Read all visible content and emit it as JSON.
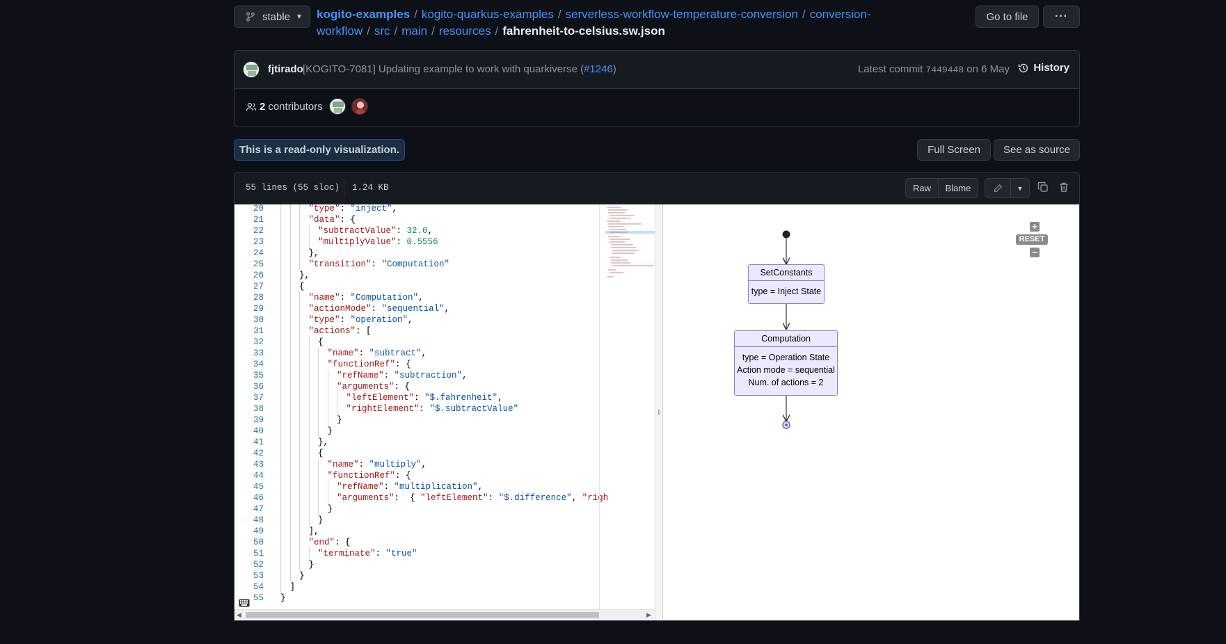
{
  "branch": {
    "name": "stable"
  },
  "breadcrumb": {
    "repo": "kogito-examples",
    "path": [
      "kogito-quarkus-examples",
      "serverless-workflow-temperature-conversion",
      "conversion-workflow",
      "src",
      "main",
      "resources"
    ],
    "file": "fahrenheit-to-celsius.sw.json"
  },
  "header_actions": {
    "go_to_file": "Go to file",
    "more": "···"
  },
  "commit": {
    "author": "fjtirado",
    "message": "[KOGITO-7081] Updating example to work with quarkiverse (",
    "pr": "#1246",
    "message_end": ")",
    "latest_label": "Latest commit",
    "sha": "7449448",
    "date": "on 6 May",
    "history": "History"
  },
  "contributors": {
    "count": "2",
    "label": "contributors"
  },
  "viz_note": "This is a read-only visualization.",
  "view_buttons": {
    "full_screen": "Full Screen",
    "see_source": "See as source"
  },
  "file_info": {
    "lines": "55 lines (55 sloc)",
    "size": "1.24 KB"
  },
  "file_actions": {
    "raw": "Raw",
    "blame": "Blame"
  },
  "code_lines": [
    {
      "n": "20",
      "indent": 2,
      "t": [
        [
          "k",
          "\"type\""
        ],
        [
          "p",
          ": "
        ],
        [
          "s",
          "\"inject\""
        ],
        [
          "p",
          ","
        ]
      ]
    },
    {
      "n": "21",
      "indent": 2,
      "t": [
        [
          "k",
          "\"data\""
        ],
        [
          "p",
          ": {"
        ]
      ]
    },
    {
      "n": "22",
      "indent": 3,
      "t": [
        [
          "k",
          "\"subtractValue\""
        ],
        [
          "p",
          ": "
        ],
        [
          "n",
          "32.0"
        ],
        [
          "p",
          ","
        ]
      ]
    },
    {
      "n": "23",
      "indent": 3,
      "t": [
        [
          "k",
          "\"multiplyValue\""
        ],
        [
          "p",
          ": "
        ],
        [
          "n",
          "0.5556"
        ]
      ]
    },
    {
      "n": "24",
      "indent": 2,
      "t": [
        [
          "p",
          "},"
        ]
      ]
    },
    {
      "n": "25",
      "indent": 2,
      "t": [
        [
          "k",
          "\"transition\""
        ],
        [
          "p",
          ": "
        ],
        [
          "s",
          "\"Computation\""
        ]
      ]
    },
    {
      "n": "26",
      "indent": 1,
      "t": [
        [
          "p",
          "},"
        ]
      ]
    },
    {
      "n": "27",
      "indent": 1,
      "t": [
        [
          "p",
          "{"
        ]
      ]
    },
    {
      "n": "28",
      "indent": 2,
      "t": [
        [
          "k",
          "\"name\""
        ],
        [
          "p",
          ": "
        ],
        [
          "s",
          "\"Computation\""
        ],
        [
          "p",
          ","
        ]
      ]
    },
    {
      "n": "29",
      "indent": 2,
      "t": [
        [
          "k",
          "\"actionMode\""
        ],
        [
          "p",
          ": "
        ],
        [
          "s",
          "\"sequential\""
        ],
        [
          "p",
          ","
        ]
      ]
    },
    {
      "n": "30",
      "indent": 2,
      "t": [
        [
          "k",
          "\"type\""
        ],
        [
          "p",
          ": "
        ],
        [
          "s",
          "\"operation\""
        ],
        [
          "p",
          ","
        ]
      ]
    },
    {
      "n": "31",
      "indent": 2,
      "t": [
        [
          "k",
          "\"actions\""
        ],
        [
          "p",
          ": ["
        ]
      ]
    },
    {
      "n": "32",
      "indent": 3,
      "t": [
        [
          "p",
          "{"
        ]
      ]
    },
    {
      "n": "33",
      "indent": 4,
      "t": [
        [
          "k",
          "\"name\""
        ],
        [
          "p",
          ": "
        ],
        [
          "s",
          "\"subtract\""
        ],
        [
          "p",
          ","
        ]
      ]
    },
    {
      "n": "34",
      "indent": 4,
      "t": [
        [
          "k",
          "\"functionRef\""
        ],
        [
          "p",
          ": {"
        ]
      ]
    },
    {
      "n": "35",
      "indent": 5,
      "t": [
        [
          "k",
          "\"refName\""
        ],
        [
          "p",
          ": "
        ],
        [
          "s",
          "\"subtraction\""
        ],
        [
          "p",
          ","
        ]
      ]
    },
    {
      "n": "36",
      "indent": 5,
      "t": [
        [
          "k",
          "\"arguments\""
        ],
        [
          "p",
          ": {"
        ]
      ]
    },
    {
      "n": "37",
      "indent": 6,
      "t": [
        [
          "k",
          "\"leftElement\""
        ],
        [
          "p",
          ": "
        ],
        [
          "s",
          "\"$.fahrenheit\""
        ],
        [
          "p",
          ","
        ]
      ]
    },
    {
      "n": "38",
      "indent": 6,
      "t": [
        [
          "k",
          "\"rightElement\""
        ],
        [
          "p",
          ": "
        ],
        [
          "s",
          "\"$.subtractValue\""
        ]
      ]
    },
    {
      "n": "39",
      "indent": 5,
      "t": [
        [
          "p",
          "}"
        ]
      ]
    },
    {
      "n": "40",
      "indent": 4,
      "t": [
        [
          "p",
          "}"
        ]
      ]
    },
    {
      "n": "41",
      "indent": 3,
      "t": [
        [
          "p",
          "},"
        ]
      ]
    },
    {
      "n": "42",
      "indent": 3,
      "t": [
        [
          "p",
          "{"
        ]
      ]
    },
    {
      "n": "43",
      "indent": 4,
      "t": [
        [
          "k",
          "\"name\""
        ],
        [
          "p",
          ": "
        ],
        [
          "s",
          "\"multiply\""
        ],
        [
          "p",
          ","
        ]
      ]
    },
    {
      "n": "44",
      "indent": 4,
      "t": [
        [
          "k",
          "\"functionRef\""
        ],
        [
          "p",
          ": {"
        ]
      ]
    },
    {
      "n": "45",
      "indent": 5,
      "t": [
        [
          "k",
          "\"refName\""
        ],
        [
          "p",
          ": "
        ],
        [
          "s",
          "\"multiplication\""
        ],
        [
          "p",
          ","
        ]
      ]
    },
    {
      "n": "46",
      "indent": 5,
      "t": [
        [
          "k",
          "\"arguments\""
        ],
        [
          "p",
          ":  { "
        ],
        [
          "k",
          "\"leftElement\""
        ],
        [
          "p",
          ": "
        ],
        [
          "s",
          "\"$.difference\""
        ],
        [
          "p",
          ", "
        ],
        [
          "k",
          "\"righ"
        ]
      ]
    },
    {
      "n": "47",
      "indent": 4,
      "t": [
        [
          "p",
          "}"
        ]
      ]
    },
    {
      "n": "48",
      "indent": 3,
      "t": [
        [
          "p",
          "}"
        ]
      ]
    },
    {
      "n": "49",
      "indent": 2,
      "t": [
        [
          "p",
          "],"
        ]
      ]
    },
    {
      "n": "50",
      "indent": 2,
      "t": [
        [
          "k",
          "\"end\""
        ],
        [
          "p",
          ": {"
        ]
      ]
    },
    {
      "n": "51",
      "indent": 3,
      "t": [
        [
          "k",
          "\"terminate\""
        ],
        [
          "p",
          ": "
        ],
        [
          "s",
          "\"true\""
        ]
      ]
    },
    {
      "n": "52",
      "indent": 2,
      "t": [
        [
          "p",
          "}"
        ]
      ]
    },
    {
      "n": "53",
      "indent": 1,
      "t": [
        [
          "p",
          "}"
        ]
      ]
    },
    {
      "n": "54",
      "indent": 0,
      "t": [
        [
          "p",
          "]"
        ]
      ]
    },
    {
      "n": "55",
      "indent": -1,
      "t": [
        [
          "p",
          "}"
        ]
      ]
    }
  ],
  "diagram": {
    "reset": "RESET",
    "nodes": [
      {
        "title": "SetConstants",
        "lines": [
          "type = Inject State"
        ]
      },
      {
        "title": "Computation",
        "lines": [
          "type = Operation State",
          "Action mode = sequential",
          "Num. of actions = 2"
        ]
      }
    ]
  },
  "colors": {
    "link": "#4493f8",
    "bg": "#0d1117",
    "node_fill": "#ece8ff",
    "node_border": "#8a7fd6"
  }
}
